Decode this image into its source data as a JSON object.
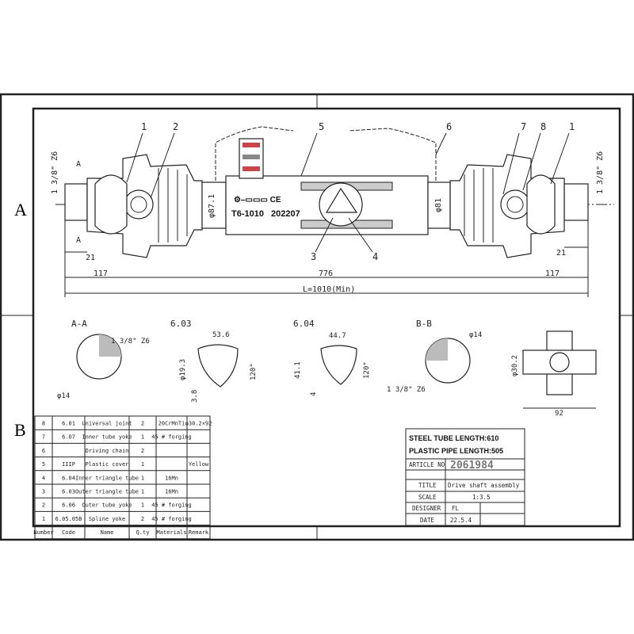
{
  "zones": {
    "a": "A",
    "b": "B"
  },
  "balloons": [
    "1",
    "2",
    "5",
    "6",
    "7",
    "8",
    "1",
    "3",
    "4"
  ],
  "dims": {
    "thread_left": "1 3/8\" Z6",
    "thread_right": "1 3/8\" Z6",
    "d87": "φ87.1",
    "d81": "φ81",
    "l21_left": "21",
    "l21_right": "21",
    "l117_left": "117",
    "l117_right": "117",
    "l776": "776",
    "total": "L=1010(Min)",
    "section_a": "A",
    "section_a2": "A"
  },
  "label_plate": {
    "model": "T6-1010",
    "date_code": "202207"
  },
  "sections": {
    "aa": {
      "title": "A-A",
      "thread": "1 3/8\" Z6",
      "dia": "φ14"
    },
    "s603": {
      "title": "6.03",
      "w": "53.6",
      "h": "φ19.3",
      "angle": "120°",
      "t": "3.8"
    },
    "s604": {
      "title": "6.04",
      "w": "44.7",
      "h": "41.1",
      "angle": "120°",
      "t": "4"
    },
    "bb": {
      "title": "B-B",
      "dia": "φ14",
      "thread": "1 3/8\" Z6"
    },
    "cross": {
      "d": "φ30.2",
      "l": "92"
    }
  },
  "bom": {
    "headers": [
      "Number",
      "Code",
      "Name",
      "Q.ty",
      "Materials",
      "Remark"
    ],
    "rows": [
      [
        "8",
        "6.01",
        "Universal joint",
        "2",
        "20CrMnTi",
        "φ30.2×92"
      ],
      [
        "7",
        "6.07",
        "Inner tube yoke",
        "1",
        "45 # forging",
        ""
      ],
      [
        "6",
        "",
        "Driving chain",
        "2",
        "",
        ""
      ],
      [
        "5",
        "IIIP",
        "Plastic cover",
        "1",
        "",
        "Yellow"
      ],
      [
        "4",
        "6.04",
        "Inner triangle tube",
        "1",
        "16Mn",
        ""
      ],
      [
        "3",
        "6.03",
        "Outer triangle tube",
        "1",
        "16Mn",
        ""
      ],
      [
        "2",
        "6.06",
        "Outer tube yoke",
        "1",
        "45 # forging",
        ""
      ],
      [
        "1",
        "6.05.05B",
        "Spline yoke",
        "2",
        "45 # forging",
        ""
      ]
    ]
  },
  "title_block": {
    "steel_tube": "STEEL TUBE LENGTH:610",
    "plastic_pipe": "PLASTIC PIPE LENGTH:505",
    "article_label": "ARTICLE NO",
    "article_no": "2061984",
    "title_label": "TITLE",
    "title": "Drive shaft assembly",
    "scale_label": "SCALE",
    "scale": "1:3.5",
    "designer_label": "DESIGNER",
    "designer": "FL",
    "date_label": "DATE",
    "date": "22.5.4"
  }
}
